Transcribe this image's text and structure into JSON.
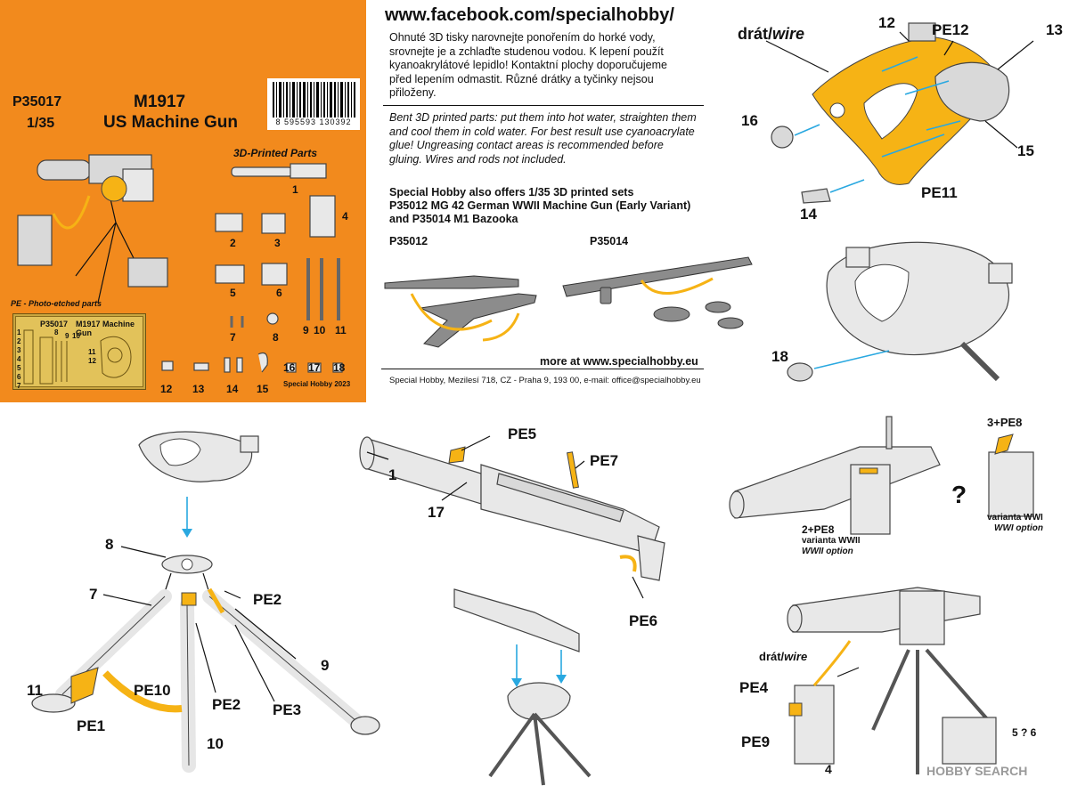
{
  "header": {
    "code": "P35017",
    "title_line1": "M1917",
    "title_line2": "US Machine Gun",
    "scale": "1/35",
    "barcode_number": "8 595593 130392",
    "printed_parts_title": "3D-Printed Parts",
    "pe_title": "PE - Photo-etched parts",
    "fret_code": "P35017",
    "fret_name": "M1917 Machine Gun",
    "fret_footer": "Special Hobby 2023"
  },
  "printed_parts": [
    "1",
    "2",
    "3",
    "4",
    "5",
    "6",
    "7",
    "8",
    "9",
    "10",
    "11",
    "12",
    "13",
    "14",
    "15",
    "16",
    "17",
    "18"
  ],
  "fret_numbers": [
    "1",
    "2",
    "3",
    "4",
    "5",
    "6",
    "7",
    "8",
    "9",
    "10",
    "11",
    "12"
  ],
  "info": {
    "facebook": "www.facebook.com/specialhobby/",
    "cz_text": "Ohnuté 3D tisky narovnejte ponořením do horké vody, srovnejte je a zchlaďte studenou vodou. K lepení použít kyanoakrylátové lepidlo! Kontaktní plochy doporučujeme před lepením odmastit. Různé drátky a tyčinky nejsou přiloženy.",
    "en_text": "Bent 3D printed parts: put them into hot water, straighten them and cool them in cold water. For best result use cyanoacrylate glue! Ungreasing contact areas  is recommended before gluing. Wires and rods not included.",
    "offer_line1": "Special Hobby also offers 1/35 3D printed sets",
    "offer_line2": "P35012 MG 42 German WWII Machine Gun (Early Variant)",
    "offer_line3": "and P35014 M1 Bazooka",
    "label_a": "P35012",
    "label_b": "P35014",
    "more": "more at www.specialhobby.eu",
    "address": "Special Hobby, Mezilesí 718, CZ - Praha 9, 193 00, e-mail: office@specialhobby.eu"
  },
  "step_mount": {
    "wire_cz": "drát/",
    "wire_en": "wire",
    "labels": [
      "12",
      "PE12",
      "13",
      "16",
      "15",
      "14",
      "PE11",
      "18"
    ]
  },
  "step_tripod": {
    "labels": [
      "8",
      "7",
      "PE2",
      "9",
      "11",
      "PE10",
      "PE1",
      "PE2",
      "PE3",
      "10"
    ]
  },
  "step_gun": {
    "labels": [
      "PE5",
      "1",
      "PE7",
      "17",
      "PE6"
    ]
  },
  "step_ammo": {
    "label_3": "3+PE8",
    "label_2": "2+PE8",
    "question": "?",
    "wwii_cz": "varianta WWII",
    "wwii_en": "WWII option",
    "wwi_cz": "varianta WWI",
    "wwi_en": "WWI option"
  },
  "step_final": {
    "wire_cz": "drát/",
    "wire_en": "wire",
    "labels": [
      "PE4",
      "PE9",
      "4",
      "5 ? 6"
    ]
  },
  "watermark": "HOBBY SEARCH",
  "colors": {
    "orange": "#f28a1d",
    "pe_yellow": "#f6b315",
    "arrow_blue": "#29a8e0"
  }
}
